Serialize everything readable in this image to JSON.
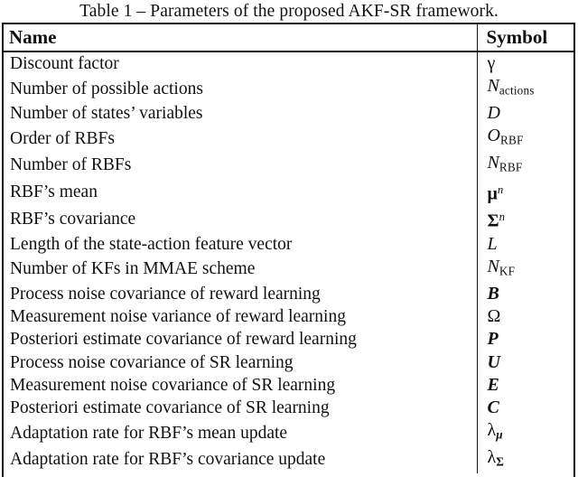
{
  "caption": {
    "text": "Table 1 – Parameters of the proposed AKF-SR framework."
  },
  "table": {
    "columns": [
      {
        "key": "name",
        "label": "Name"
      },
      {
        "key": "symbol",
        "label": "Symbol"
      }
    ],
    "rows": [
      {
        "name": "Discount factor",
        "symbol_plain": "γ",
        "symbol_base": "γ",
        "symbol_sub": "",
        "symbol_sup": "",
        "style": "greek"
      },
      {
        "name": "Number of possible actions",
        "symbol_plain": "N_actions",
        "symbol_base": "N",
        "symbol_sub": "actions",
        "symbol_sup": "",
        "style": "italic"
      },
      {
        "name": "Number of states’ variables",
        "symbol_plain": "D",
        "symbol_base": "D",
        "symbol_sub": "",
        "symbol_sup": "",
        "style": "italic"
      },
      {
        "name": "Order of RBFs",
        "symbol_plain": "O_RBF",
        "symbol_base": "O",
        "symbol_sub": "RBF",
        "symbol_sup": "",
        "style": "italic"
      },
      {
        "name": "Number of RBFs",
        "symbol_plain": "N_RBF",
        "symbol_base": "N",
        "symbol_sub": "RBF",
        "symbol_sup": "",
        "style": "italic"
      },
      {
        "name": "RBF’s mean",
        "symbol_plain": "μ^n",
        "symbol_base": "μ",
        "symbol_sub": "",
        "symbol_sup": "n",
        "style": "bold-greek"
      },
      {
        "name": "RBF’s covariance",
        "symbol_plain": "Σ^n",
        "symbol_base": "Σ",
        "symbol_sub": "",
        "symbol_sup": "n",
        "style": "bold-greek"
      },
      {
        "name": "Length of the state-action feature vector",
        "symbol_plain": "L",
        "symbol_base": "L",
        "symbol_sub": "",
        "symbol_sup": "",
        "style": "italic"
      },
      {
        "name": "Number of KFs in MMAE scheme",
        "symbol_plain": "N_KF",
        "symbol_base": "N",
        "symbol_sub": "KF",
        "symbol_sup": "",
        "style": "italic"
      },
      {
        "name": "Process noise covariance of reward learning",
        "symbol_plain": "B",
        "symbol_base": "B",
        "symbol_sub": "",
        "symbol_sup": "",
        "style": "bold"
      },
      {
        "name": "Measurement noise variance of reward learning",
        "symbol_plain": "Ω",
        "symbol_base": "Ω",
        "symbol_sub": "",
        "symbol_sup": "",
        "style": "greek"
      },
      {
        "name": "Posteriori estimate covariance of reward learning",
        "symbol_plain": "P",
        "symbol_base": "P",
        "symbol_sub": "",
        "symbol_sup": "",
        "style": "bold"
      },
      {
        "name": "Process noise covariance of SR learning",
        "symbol_plain": "U",
        "symbol_base": "U",
        "symbol_sub": "",
        "symbol_sup": "",
        "style": "bold"
      },
      {
        "name": "Measurement noise covariance of SR learning",
        "symbol_plain": "E",
        "symbol_base": "E",
        "symbol_sub": "",
        "symbol_sup": "",
        "style": "bold"
      },
      {
        "name": "Posteriori estimate covariance of SR learning",
        "symbol_plain": "C",
        "symbol_base": "C",
        "symbol_sub": "",
        "symbol_sup": "",
        "style": "bold"
      },
      {
        "name": "Adaptation rate for RBF’s mean update",
        "symbol_plain": "λ_μ",
        "symbol_base": "λ",
        "symbol_sub": "μ",
        "symbol_sup": "",
        "style": "greek-sub-bold-mu"
      },
      {
        "name": "Adaptation rate for RBF’s covariance update",
        "symbol_plain": "λ_Σ",
        "symbol_base": "λ",
        "symbol_sub": "Σ",
        "symbol_sup": "",
        "style": "greek-sub-bold-sigma"
      }
    ]
  },
  "colors": {
    "text": "#111111",
    "rule": "#111111",
    "background": "#ffffff"
  }
}
